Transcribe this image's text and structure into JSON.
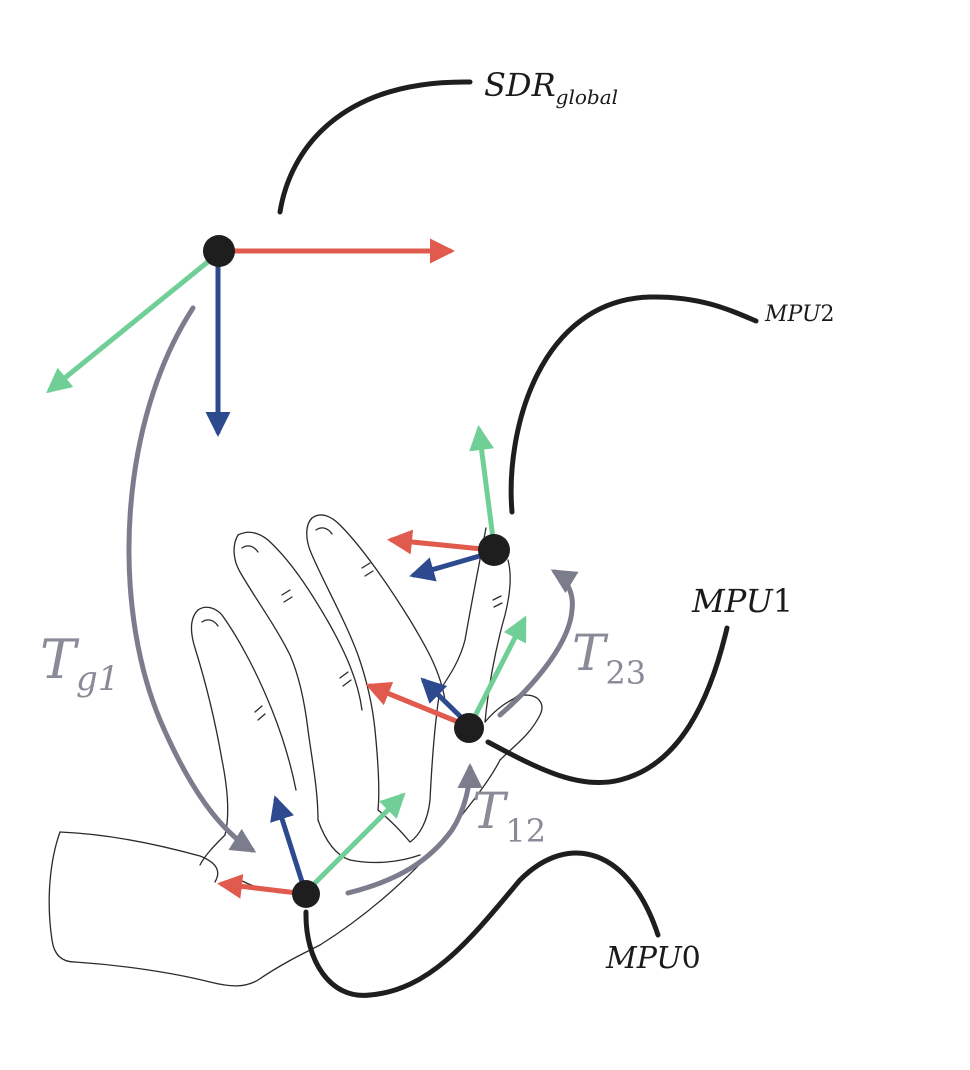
{
  "colors": {
    "background": "#ffffff",
    "x_axis": "#e05a4e",
    "y_axis": "#6fcf97",
    "z_axis": "#2e4a8e",
    "transform_arrow": "#7c7d8c",
    "transform_text": "#8a8b98",
    "cable": "#1e1e1e",
    "node": "#1e1e1e",
    "hand_outline": "#2a2a2a"
  },
  "frames": {
    "global": {
      "label_main": "SDR",
      "label_sub": "global"
    },
    "mpu0": {
      "label_main": "MPU",
      "label_num": "0"
    },
    "mpu1": {
      "label_main": "MPU",
      "label_num": "1"
    },
    "mpu2": {
      "label_main": "MPU",
      "label_num": "2"
    }
  },
  "transforms": {
    "tg1": {
      "main": "T",
      "sub": "g1"
    },
    "t12": {
      "main": "T",
      "sub": "12"
    },
    "t23": {
      "main": "T",
      "sub": "23"
    }
  },
  "icons": {
    "nodes": "filled-circle",
    "axes": "arrow-triangle-head",
    "hand": "hand-outline-sketch"
  }
}
